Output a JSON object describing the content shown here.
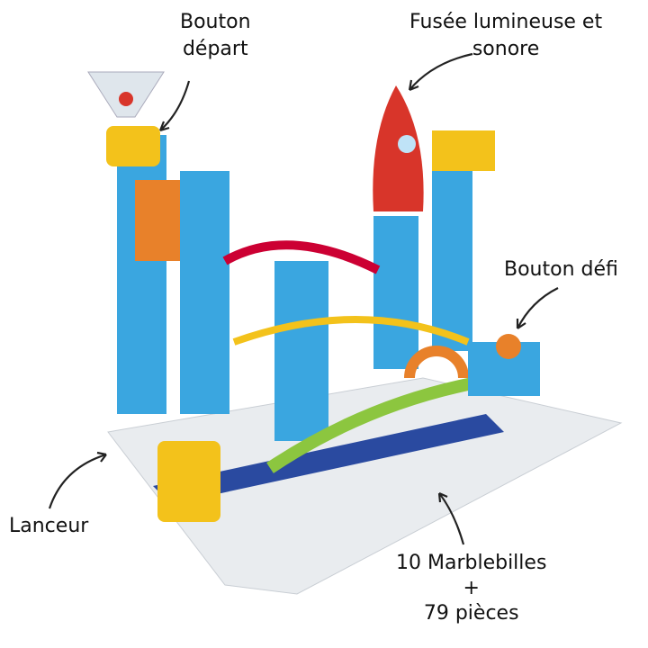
{
  "annotations": {
    "start_button": {
      "line1": "Bouton",
      "line2": "départ"
    },
    "rocket": {
      "line1": "Fusée lumineuse et",
      "line2": "sonore"
    },
    "challenge_button": {
      "text": "Bouton défi"
    },
    "launcher": {
      "text": "Lanceur"
    },
    "contents": {
      "line1": "10 Marblebilles",
      "line2": "+",
      "line3": "79 pièces"
    }
  },
  "colors": {
    "blue": "#3aa6e0",
    "orange": "#e8812a",
    "yellow": "#f3c21b",
    "red": "#d8352a",
    "green": "#8cc63f",
    "white_base": "#e9ecef",
    "navy": "#1d3a8a"
  }
}
